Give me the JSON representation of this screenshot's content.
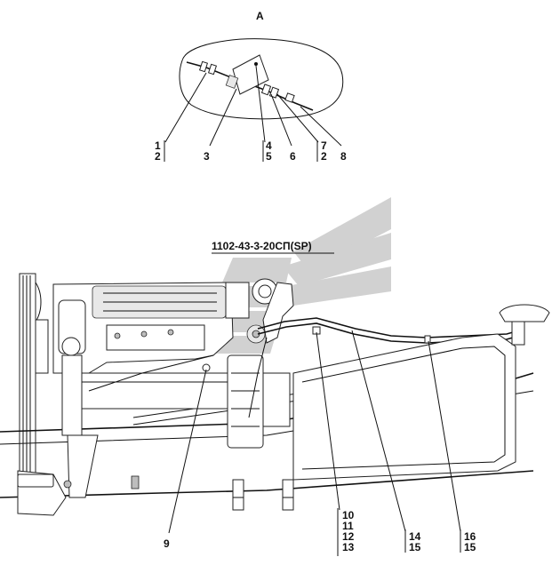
{
  "view_label": "A",
  "drawing_code": "1102-43-3-20СП(SP)",
  "colors": {
    "ink": "#111111",
    "watermark": "#c8c8c8"
  },
  "callouts_detail": [
    {
      "id": "c1",
      "top": "1",
      "bottom": "2"
    },
    {
      "id": "c3",
      "top": "",
      "bottom": "3"
    },
    {
      "id": "c4",
      "top": "4",
      "bottom": "5"
    },
    {
      "id": "c6",
      "top": "",
      "bottom": "6"
    },
    {
      "id": "c7",
      "top": "7",
      "bottom": "2"
    },
    {
      "id": "c8",
      "top": "",
      "bottom": "8"
    }
  ],
  "callouts_main": {
    "c9": "9",
    "c10": [
      "10",
      "11",
      "12",
      "13"
    ],
    "c14": [
      "14",
      "15"
    ],
    "c16": [
      "16",
      "15"
    ]
  }
}
